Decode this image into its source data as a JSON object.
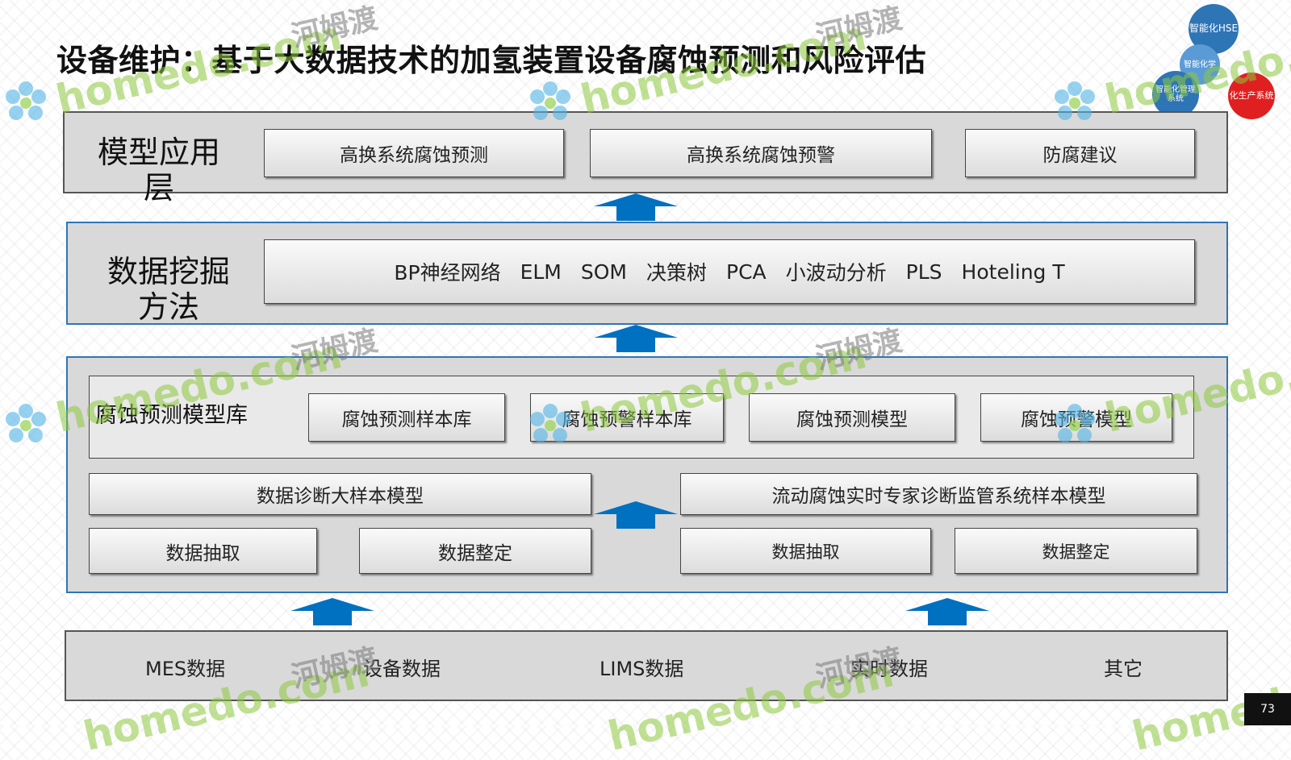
{
  "title": "设备维护：基于大数据技术的加氢装置设备腐蚀预测和风险评估",
  "colors": {
    "arrow": "#0070c0",
    "layer_fill": "#d9d9d9",
    "blue_border": "#2e75b6"
  },
  "model_layer": {
    "label": "模型应用层",
    "items": [
      "高换系统腐蚀预测",
      "高换系统腐蚀预警",
      "防腐建议"
    ]
  },
  "mining_layer": {
    "label": "数据挖掘方法",
    "methods": [
      "BP神经网络",
      "ELM",
      "SOM",
      "决策树",
      "PCA",
      "小波动分析",
      "PLS",
      "Hoteling T"
    ]
  },
  "model_lib": {
    "label": "腐蚀预测模型库",
    "items": [
      "腐蚀预测样本库",
      "腐蚀预警样本库",
      "腐蚀预测模型",
      "腐蚀预警模型"
    ]
  },
  "sample_models": {
    "left": "数据诊断大样本模型",
    "right": "流动腐蚀实时专家诊断监管系统样本模型"
  },
  "processing": [
    "数据抽取",
    "数据整定",
    "数据抽取",
    "数据整定"
  ],
  "sources": [
    "MES数据",
    "设备数据",
    "LIMS数据",
    "实时数据",
    "其它"
  ],
  "logo": {
    "top": "智能化HSE",
    "mid": "智能化学",
    "left": "智能化管理系统",
    "right": "化生产系统"
  },
  "watermark": {
    "latin": "homedo.com",
    "chinese": "河姆渡"
  },
  "page_number": "73"
}
